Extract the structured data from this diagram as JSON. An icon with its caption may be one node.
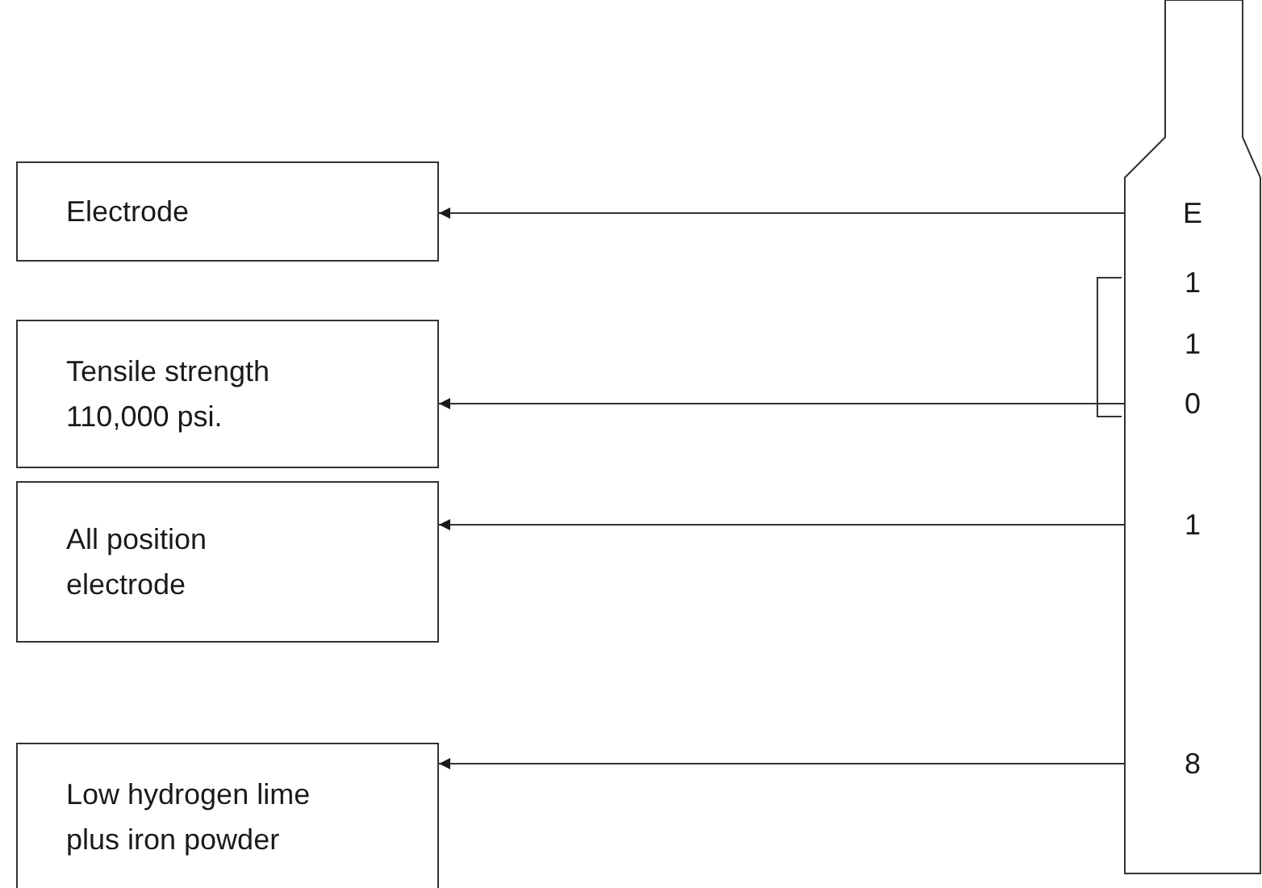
{
  "diagram": {
    "nodes": [
      {
        "text": [
          "Electrode"
        ]
      },
      {
        "text": [
          "Tensile strength 110,000 psi."
        ]
      },
      {
        "text": [
          "All position electrode"
        ]
      },
      {
        "text": [
          "Low hydrogen lime plus iron powder"
        ]
      },
      {
        "text": [],
        "shape": "box"
      },
      {
        "text": [
          "E"
        ],
        "in": 4
      },
      {
        "text": [
          "1"
        ],
        "in": 4
      },
      {
        "text": [
          "1"
        ],
        "in": 4
      },
      {
        "text": [
          "0"
        ],
        "in": 4
      },
      {
        "text": [
          "1"
        ],
        "in": 4
      },
      {
        "text": [
          "8"
        ],
        "in": 4
      }
    ],
    "edges": [
      {
        "from": 5,
        "to": 0,
        "arrow": "to"
      },
      {
        "from": 8,
        "to": 1,
        "arrow": "to"
      },
      {
        "from": 9,
        "to": 2,
        "arrow": "to"
      },
      {
        "from": 10,
        "to": 3,
        "arrow": "to"
      }
    ]
  }
}
